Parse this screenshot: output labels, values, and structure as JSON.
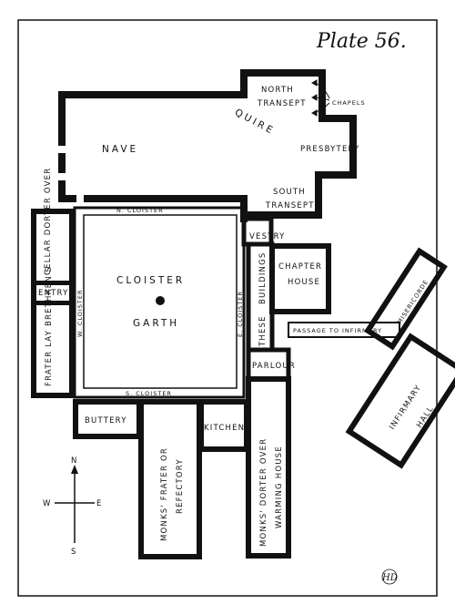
{
  "title": "Plate 56.",
  "signature": "HD",
  "compass": {
    "north": "N",
    "south": "S",
    "east": "E",
    "west": "W"
  },
  "labels": {
    "north_transept": [
      "NORTH",
      "TRANSEPT"
    ],
    "chapels": "CHAPELS",
    "quire": "QUIRE",
    "presbytery": "PRESBYTERY",
    "nave": "NAVE",
    "south_transept": [
      "SOUTH",
      "TRANSEPT"
    ],
    "n_cloister": "N. CLOISTER",
    "vestry": "VESTRY",
    "cellar_dorter": "CELLAR  DORTER OVER",
    "entry": "ENTRY",
    "w_cloister": "W. CLOISTER",
    "cloister_garth": [
      "CLOISTER",
      "GARTH"
    ],
    "e_cloister": "E. CLOISTER",
    "these_buildings": [
      "THESE",
      "BUILDINGS"
    ],
    "chapter_house": [
      "CHAPTER",
      "HOUSE"
    ],
    "misericorde": "MISERICORDE",
    "passage_infirmary": "PASSAGE TO INFIRMARY",
    "frater_lay": "FRATER  LAY BRETHREN'S",
    "parlour": "PARLOUR",
    "s_cloister": "S. CLOISTER",
    "infirmary_hall": [
      "INFIRMARY",
      "HALL"
    ],
    "buttery": "BUTTERY",
    "kitchen": "KITCHEN",
    "monks_frater": [
      "MONKS' FRATER  OR",
      "REFECTORY"
    ],
    "monks_dorter": [
      "MONKS' DORTER  OVER",
      "WARMING HOUSE"
    ]
  }
}
